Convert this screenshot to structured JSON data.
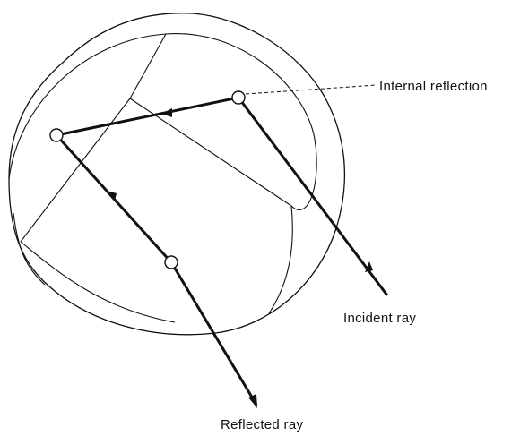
{
  "labels": {
    "internal_reflection": "Internal reflection",
    "incident_ray": "Incident ray",
    "reflected_ray": "Reflected ray"
  },
  "colors": {
    "ink": "#111111",
    "background": "#ffffff"
  }
}
